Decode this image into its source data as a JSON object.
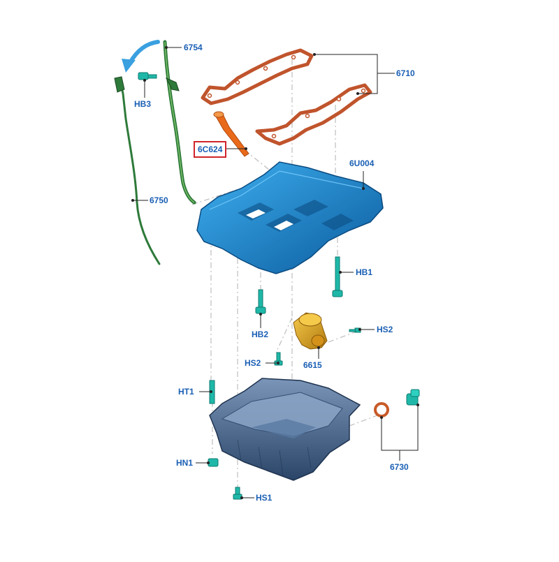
{
  "colors": {
    "label": "#1a5fb4",
    "highlight_border": "#d0242a",
    "leader": "#222222",
    "hidden_line": "#bdbdbd",
    "frame": "#1a8fe0",
    "frame_dark": "#0a5a9c",
    "pan": "#4a6a92",
    "pan_dark": "#2a4568",
    "gasket": "#c0542c",
    "dipstick": "#2e7a3a",
    "tube": "#5a9a4a",
    "fastener": "#1fb8a8",
    "pump": "#e0a020",
    "seal": "#c85a28",
    "arrow": "#3aa0e0",
    "screen": "#e86a1a"
  },
  "labels": {
    "tube": "6754",
    "gasket": "6710",
    "hb3": "HB3",
    "screen": "6C624",
    "frame": "6U004",
    "dipstick": "6750",
    "hb1": "HB1",
    "hb2": "HB2",
    "hs2_right": "HS2",
    "hs2_left": "HS2",
    "pump": "6615",
    "ht1": "HT1",
    "hn1": "HN1",
    "drain": "6730",
    "hs1": "HS1"
  },
  "icons": {
    "removal_arrow": "curved-arrow-icon"
  }
}
